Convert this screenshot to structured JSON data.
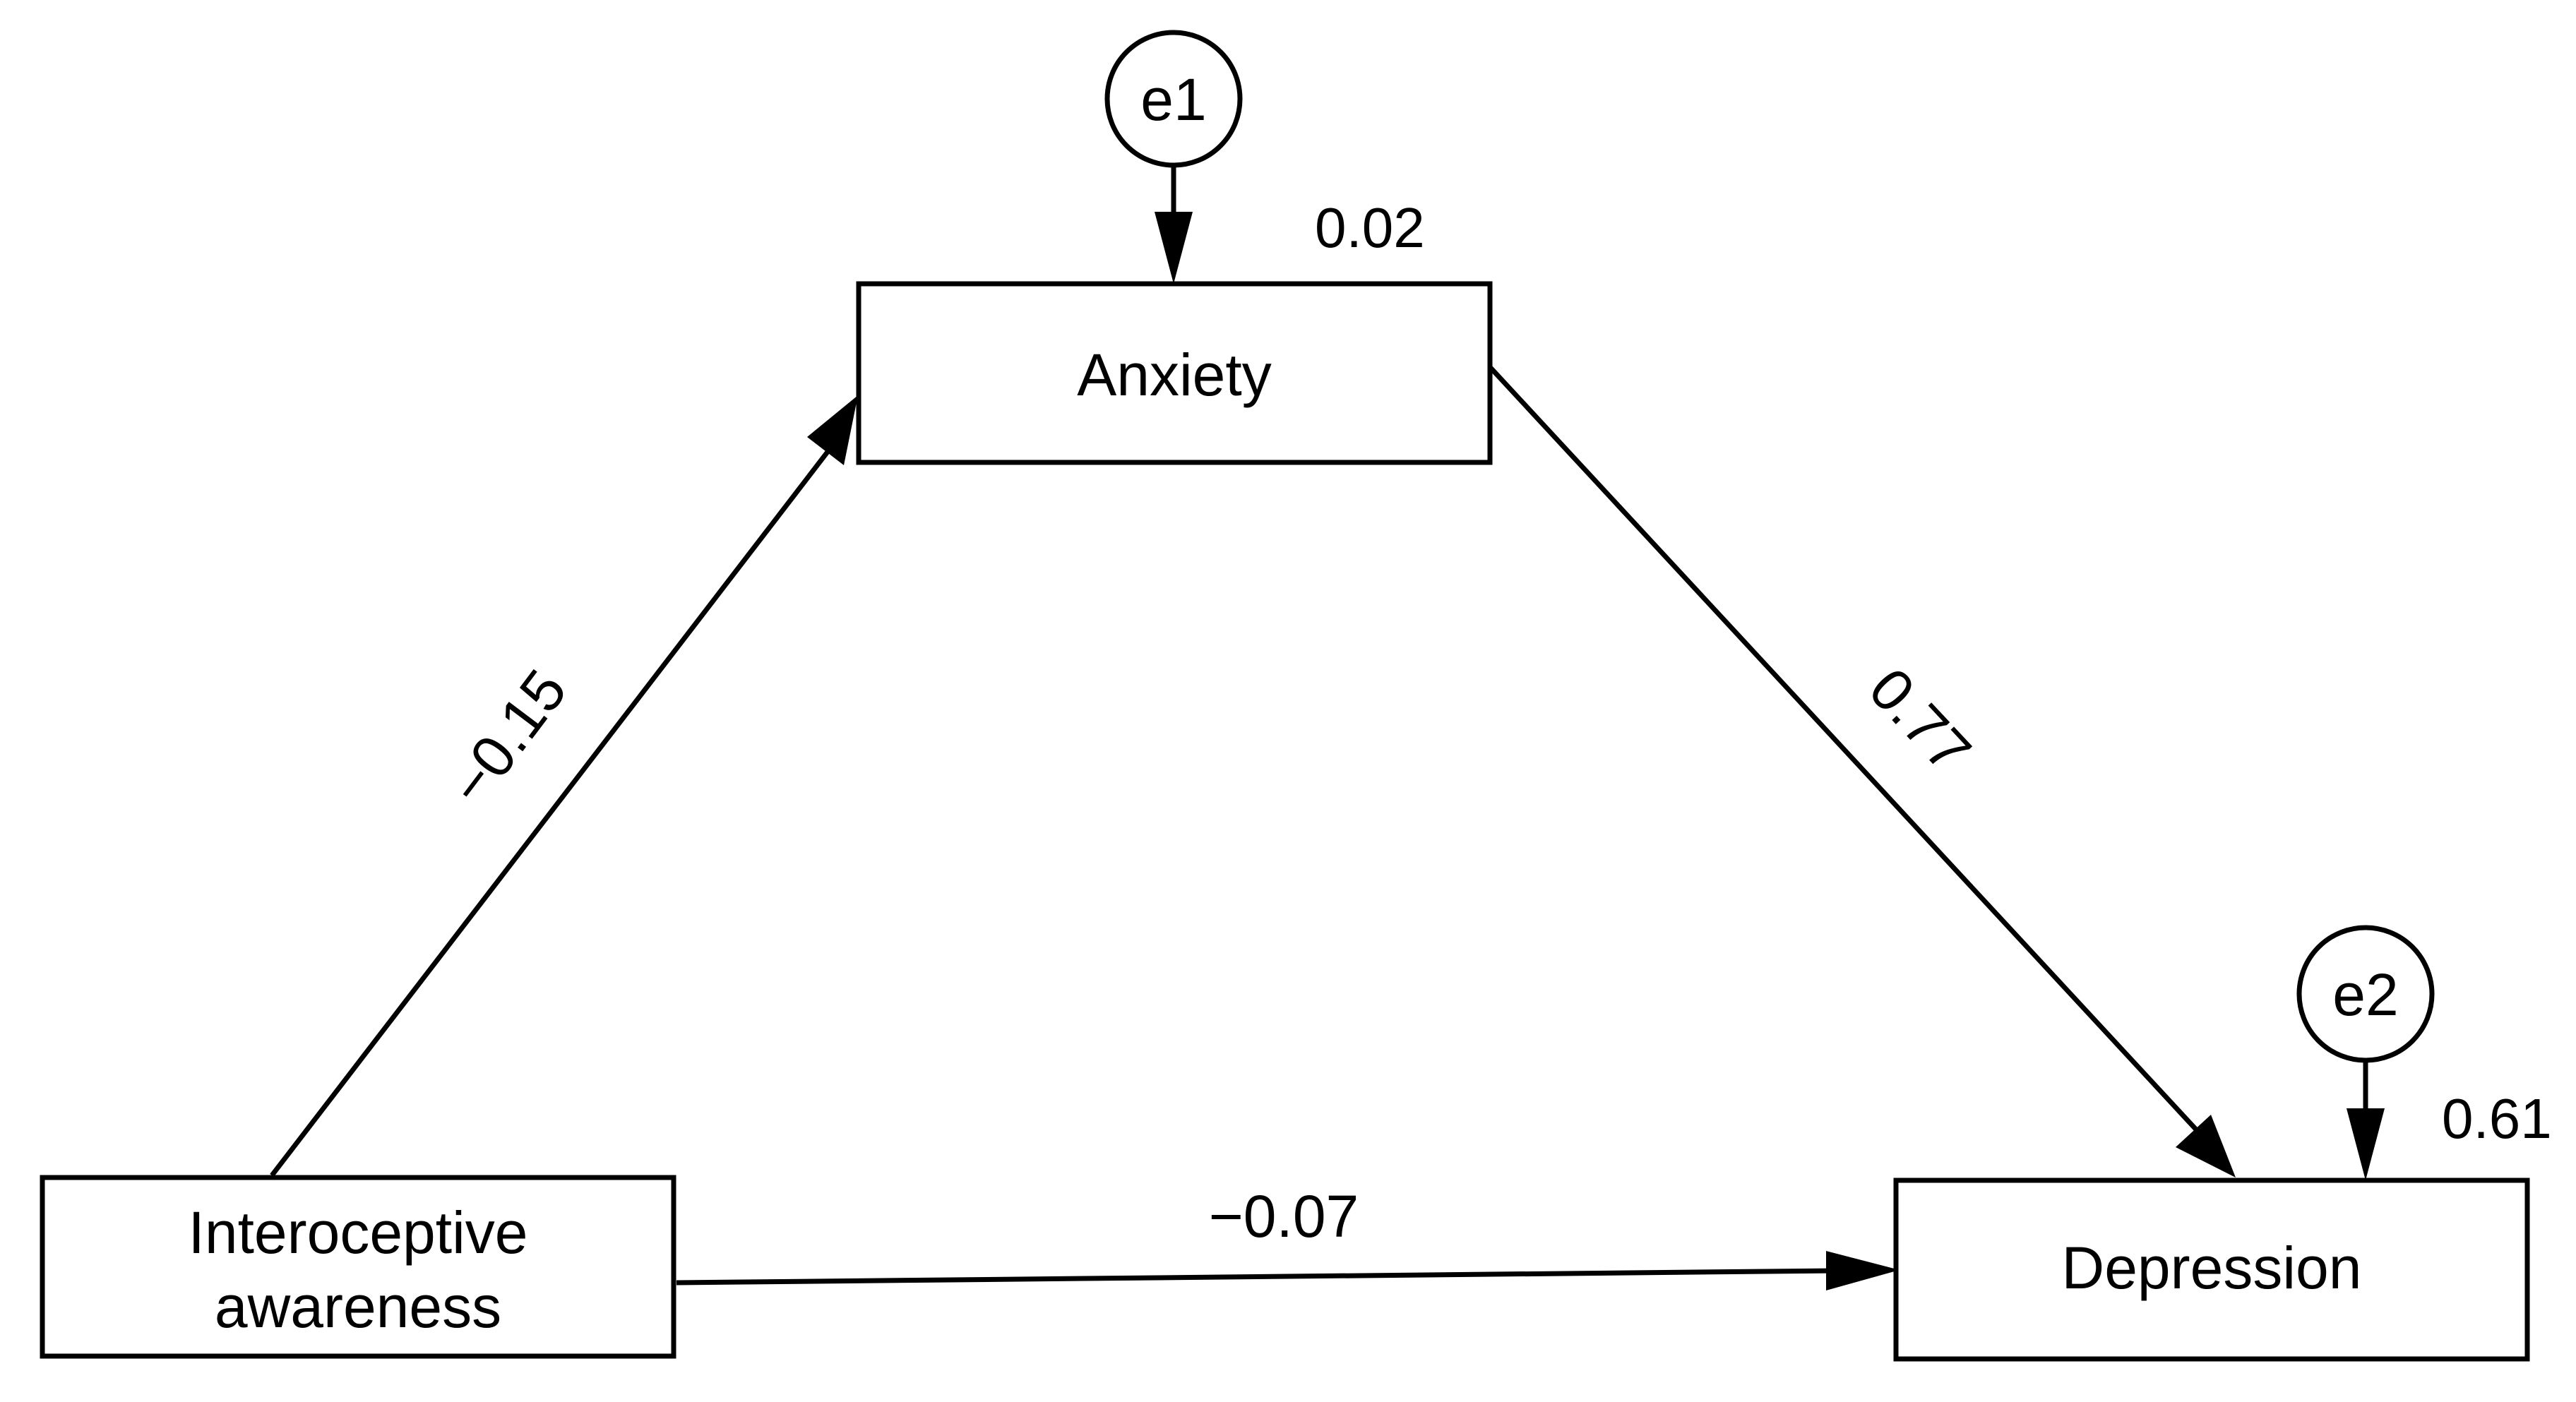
{
  "nodes": {
    "anxiety": {
      "label": "Anxiety",
      "r2": "0.02"
    },
    "interoceptive": {
      "label_line1": "Interoceptive",
      "label_line2": "awareness"
    },
    "depression": {
      "label": "Depression",
      "r2": "0.61"
    }
  },
  "errors": {
    "e1": {
      "label": "e1"
    },
    "e2": {
      "label": "e2"
    }
  },
  "paths": {
    "interoceptive_to_anxiety": {
      "coefficient": "−0.15"
    },
    "anxiety_to_depression": {
      "coefficient": "0.77"
    },
    "interoceptive_to_depression": {
      "coefficient": "−0.07"
    }
  }
}
